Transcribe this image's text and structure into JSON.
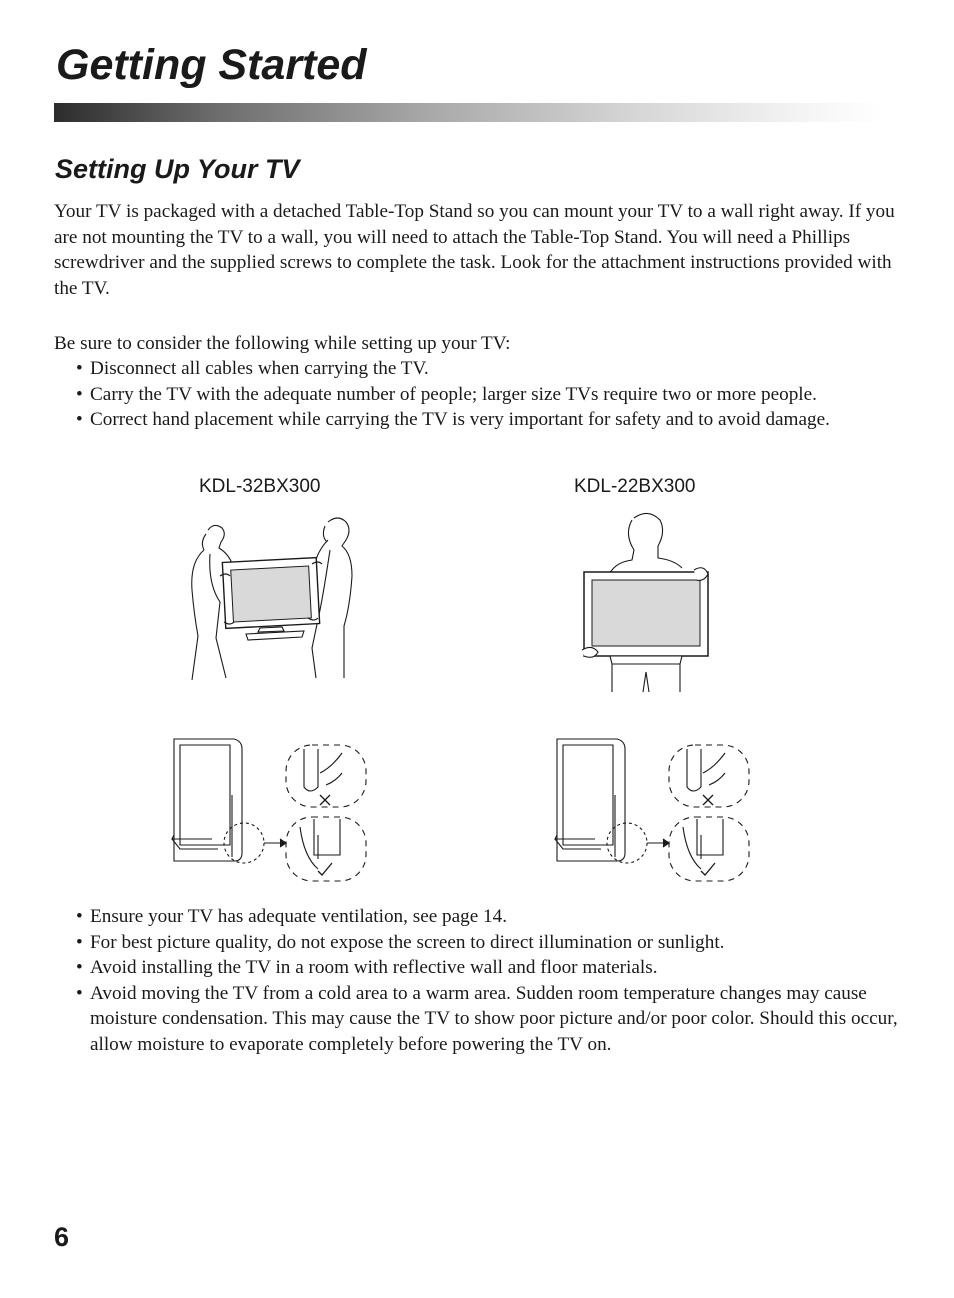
{
  "header": {
    "title": "Getting Started"
  },
  "section": {
    "title": "Setting Up Your TV",
    "intro": "Your TV is packaged with a detached Table-Top Stand so you can mount your TV to a wall right away. If you are not mounting the TV to a wall, you will need to attach the Table-Top Stand. You will need a Phillips screwdriver and the supplied screws to complete the task. Look for the attachment instructions provided with the TV.",
    "consider_lead": "Be sure to consider the following while setting up your TV:",
    "bullets_top": [
      "Disconnect all cables when carrying the TV.",
      "Carry the TV with the adequate number of people; larger size TVs require two or more people.",
      "Correct hand placement while carrying the TV is very important for safety and to avoid damage."
    ],
    "models": [
      "KDL-32BX300",
      "KDL-22BX300"
    ],
    "bullets_bottom": [
      "Ensure your TV has adequate ventilation, see page 14.",
      "For best picture quality, do not expose the screen to direct illumination or sunlight.",
      "Avoid installing the TV in a room with reflective wall and floor materials.",
      "Avoid moving the TV from a cold area to a warm area. Sudden room temperature changes may cause moisture condensation. This may cause the TV to show poor picture and/or poor color. Should this occur, allow moisture to evaporate completely before powering the TV on."
    ]
  },
  "footer": {
    "page_number": "6"
  }
}
